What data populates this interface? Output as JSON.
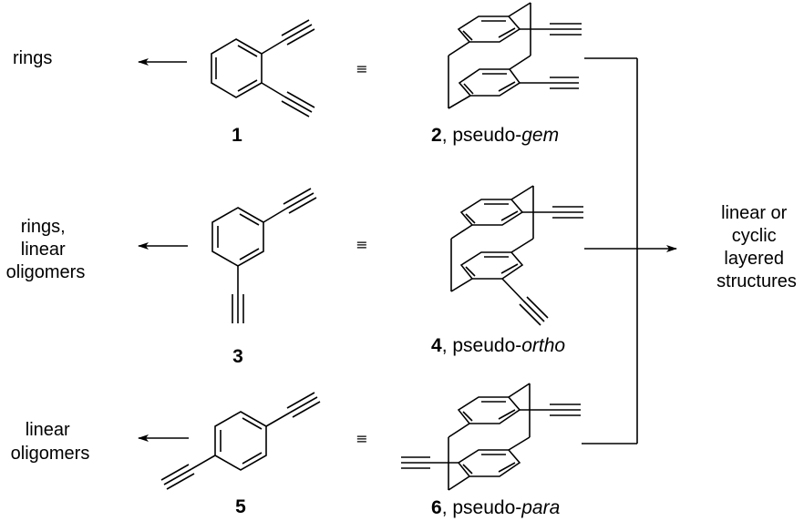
{
  "rows": [
    {
      "product_lines": [
        "rings"
      ],
      "compound": {
        "number": "1",
        "name_suffix": ""
      },
      "equivalence_symbol": "≡",
      "cyclophane": {
        "number": "2",
        "separator": ", ",
        "prefix": "pseudo-",
        "isomer": "gem"
      }
    },
    {
      "product_lines": [
        "rings,",
        "linear",
        "oligomers"
      ],
      "compound": {
        "number": "3",
        "name_suffix": ""
      },
      "equivalence_symbol": "≡",
      "cyclophane": {
        "number": "4",
        "separator": ", ",
        "prefix": "pseudo-",
        "isomer": "ortho"
      }
    },
    {
      "product_lines": [
        "linear",
        "oligomers"
      ],
      "compound": {
        "number": "5",
        "name_suffix": ""
      },
      "equivalence_symbol": "≡",
      "cyclophane": {
        "number": "6",
        "separator": ", ",
        "prefix": "pseudo-",
        "isomer": "para"
      }
    }
  ],
  "combined_product_lines": [
    "linear or",
    "cyclic",
    "layered",
    "structures"
  ],
  "structures": {
    "1": "1,2-diethynylbenzene (ortho)",
    "3": "1,3-diethynylbenzene (meta)",
    "5": "1,4-diethynylbenzene (para)",
    "2": "pseudo-gem diethynyl[2.2]paracyclophane",
    "4": "pseudo-ortho diethynyl[2.2]paracyclophane",
    "6": "pseudo-para diethynyl[2.2]paracyclophane"
  }
}
